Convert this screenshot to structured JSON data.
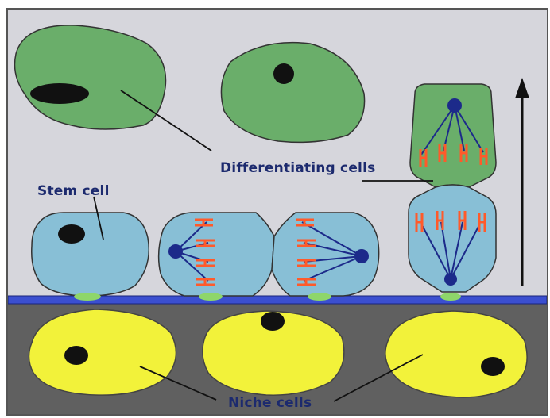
{
  "labels": {
    "differentiating": "Differentiating cells",
    "stem": "Stem cell",
    "niche": "Niche cells"
  },
  "colors": {
    "upper_background": "#d6d6dc",
    "lower_background": "#606060",
    "basement_membrane": "#3b4fd0",
    "differentiated_cell": "#6aae6a",
    "stem_cell": "#88bfd6",
    "niche_cell": "#f2f23a",
    "nucleus": "#111111",
    "chromosome": "#ff5a2a",
    "spindle_fiber": "#1c2a8a",
    "adhesion": "#8ed66a",
    "label_text": "#1c2a6e"
  },
  "icons": [
    "upward-arrow-icon"
  ]
}
